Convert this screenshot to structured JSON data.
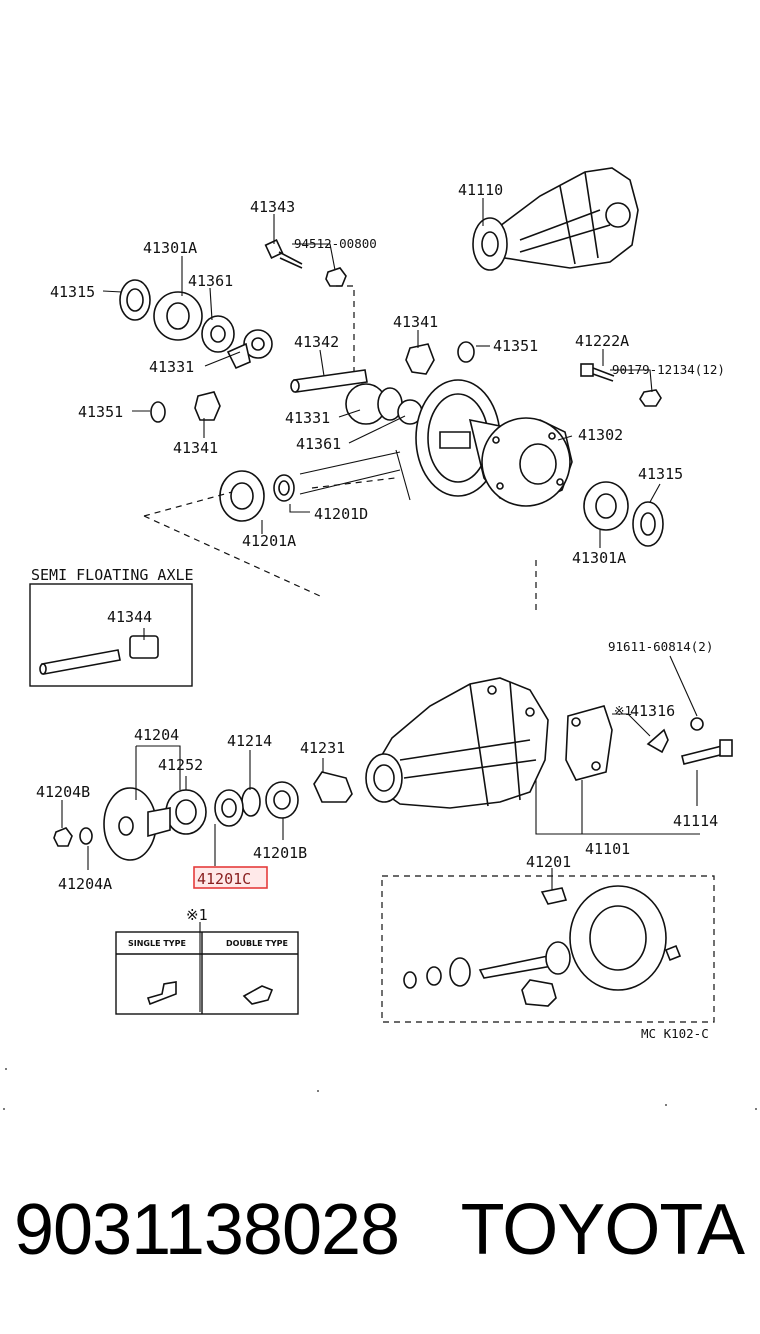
{
  "labels": {
    "p41110": "41110",
    "p41343": "41343",
    "p94512": "94512-00800",
    "p41301A_top": "41301A",
    "p41315_top": "41315",
    "p41361_top": "41361",
    "p41331_top": "41331",
    "p41342": "41342",
    "p41341_top": "41341",
    "p41351_top": "41351",
    "p41222A": "41222A",
    "p90179": "90179-12134(12)",
    "p41351_left": "41351",
    "p41341_left": "41341",
    "p41331_mid": "41331",
    "p41361_mid": "41361",
    "p41302": "41302",
    "p41315_right": "41315",
    "p41201D": "41201D",
    "p41201A_left": "41201A",
    "p41301A_right": "41301A",
    "semi_floating_axle": "SEMI FLOATING AXLE",
    "p41344": "41344",
    "p91611": "91611-60814(2)",
    "p41316": "41316",
    "mark_41316": "※1",
    "p41204": "41204",
    "p41214": "41214",
    "p41231": "41231",
    "p41252": "41252",
    "p41204B": "41204B",
    "p41201B": "41201B",
    "p41114": "41114",
    "p41101": "41101",
    "p41204A": "41204A",
    "p41201C": "41201C",
    "p41201_bottom": "41201",
    "note_mark": "※1",
    "single_type": "SINGLE TYPE",
    "double_type": "DOUBLE TYPE",
    "ref_code": "MC K102-C"
  },
  "highlight": {
    "color": "#e43c3c",
    "part": "41201C"
  },
  "footer": {
    "part_number": "9031138028",
    "brand": "TOYOTA"
  }
}
